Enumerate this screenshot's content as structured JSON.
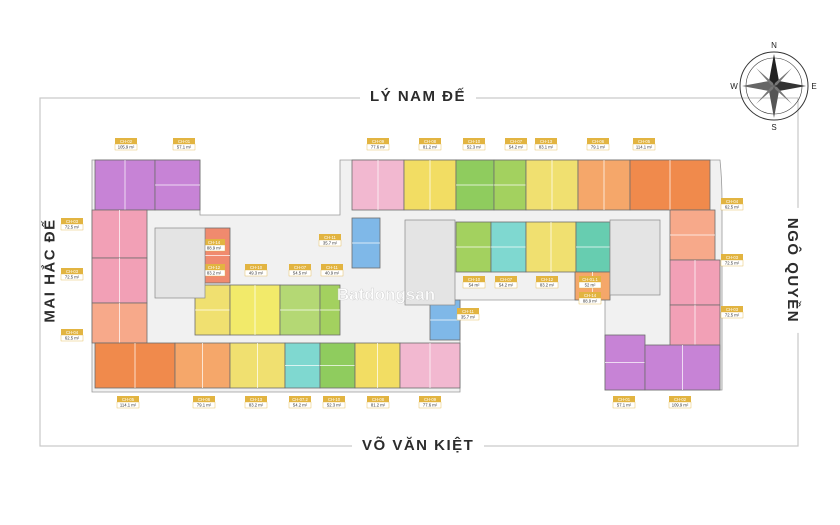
{
  "streets": {
    "top": "LÝ NAM ĐẾ",
    "bottom": "VÕ VĂN KIỆT",
    "left": "MAI HẮC ĐẾ",
    "right": "NGÔ QUYỀN"
  },
  "compass": {
    "n": "N",
    "s": "S",
    "e": "E",
    "w": "W"
  },
  "watermark": "Batdongsan",
  "units": [
    {
      "id": "u-tl-02",
      "code": "CH-02",
      "area": "105.9 m²",
      "color": "#c783d6"
    },
    {
      "id": "u-tl-01",
      "code": "CH-01",
      "area": "57.1 m²",
      "color": "#c783d6"
    },
    {
      "id": "u-l-03a",
      "code": "CH-03",
      "area": "72.5 m²",
      "color": "#f2a0b6"
    },
    {
      "id": "u-l-03b",
      "code": "CH-03",
      "area": "72.5 m²",
      "color": "#f2a0b6"
    },
    {
      "id": "u-l-04",
      "code": "CH-04",
      "area": "62.5 m²",
      "color": "#f7a98a"
    },
    {
      "id": "u-c-14",
      "code": "CH-14",
      "area": "88.9 m²",
      "color": "#f08a6e"
    },
    {
      "id": "u-c-12",
      "code": "CH-12",
      "area": "83.2 m²",
      "color": "#f0e070"
    },
    {
      "id": "u-c-10",
      "code": "CH-10",
      "area": "49.3 m²",
      "color": "#f2ea6a"
    },
    {
      "id": "u-c-07",
      "code": "CH-07",
      "area": "54.5 m²",
      "color": "#b4d874"
    },
    {
      "id": "u-c-11",
      "code": "CH-11",
      "area": "40.9 m²",
      "color": "#a3d15f"
    },
    {
      "id": "u-b-05",
      "code": "CH-05",
      "area": "114.1 m²",
      "color": "#f08a4c"
    },
    {
      "id": "u-b-06",
      "code": "CH-06",
      "area": "79.1 m²",
      "color": "#f5a76a"
    },
    {
      "id": "u-b-13",
      "code": "CH-13",
      "area": "83.2 m²",
      "color": "#f0e070"
    },
    {
      "id": "u-b-072",
      "code": "CH-07.2",
      "area": "54.2 m²",
      "color": "#7fd8d0"
    },
    {
      "id": "u-b-10",
      "code": "CH-10",
      "area": "52.3 m²",
      "color": "#8fcc5e"
    },
    {
      "id": "u-b-08",
      "code": "CH-08",
      "area": "81.2 m²",
      "color": "#f2dd63"
    },
    {
      "id": "u-b-09",
      "code": "CH-09",
      "area": "77.6 m²",
      "color": "#f2b8d0"
    },
    {
      "id": "u-t-09",
      "code": "CH-09",
      "area": "77.6 m²",
      "color": "#f2b8d0"
    },
    {
      "id": "u-t-08",
      "code": "CH-08",
      "area": "81.2 m²",
      "color": "#f2dd63"
    },
    {
      "id": "u-t-10",
      "code": "CH-10",
      "area": "52.3 m²",
      "color": "#8fcc5e"
    },
    {
      "id": "u-t-07",
      "code": "CH-07",
      "area": "54.2 m²",
      "color": "#a3d15f"
    },
    {
      "id": "u-t-13",
      "code": "CH-13",
      "area": "83.1 m²",
      "color": "#f0e070"
    },
    {
      "id": "u-t-06",
      "code": "CH-06",
      "area": "79.1 m²",
      "color": "#f5a76a"
    },
    {
      "id": "u-t-05",
      "code": "CH-05",
      "area": "114.1 m²",
      "color": "#f08a4c"
    },
    {
      "id": "u-m-11",
      "code": "CH-11",
      "area": "35.7 m²",
      "color": "#7fb8e8"
    },
    {
      "id": "u-m-11b",
      "code": "CH-11",
      "area": "35.7 m²",
      "color": "#7fb8e8"
    },
    {
      "id": "u-m-10",
      "code": "CH-10",
      "area": "54 m²",
      "color": "#a3d15f"
    },
    {
      "id": "u-m-07",
      "code": "CH-07",
      "area": "54.2 m²",
      "color": "#7fd8d0"
    },
    {
      "id": "u-m-12",
      "code": "CH-12",
      "area": "83.2 m²",
      "color": "#f0e070"
    },
    {
      "id": "u-m-011",
      "code": "CH-01.1",
      "area": "52 m²",
      "color": "#67cdb0"
    },
    {
      "id": "u-m-14",
      "code": "CH-14",
      "area": "88.9 m²",
      "color": "#f5a76a"
    },
    {
      "id": "u-r-04",
      "code": "CH-04",
      "area": "62.5 m²",
      "color": "#f7a98a"
    },
    {
      "id": "u-r-03a",
      "code": "CH-03",
      "area": "72.5 m²",
      "color": "#f2a0b6"
    },
    {
      "id": "u-r-03b",
      "code": "CH-03",
      "area": "72.5 m²",
      "color": "#f2a0b6"
    },
    {
      "id": "u-br-01",
      "code": "CH-01",
      "area": "57.1 m²",
      "color": "#c783d6"
    },
    {
      "id": "u-br-02",
      "code": "CH-02",
      "area": "109.9 m²",
      "color": "#c783d6"
    }
  ]
}
